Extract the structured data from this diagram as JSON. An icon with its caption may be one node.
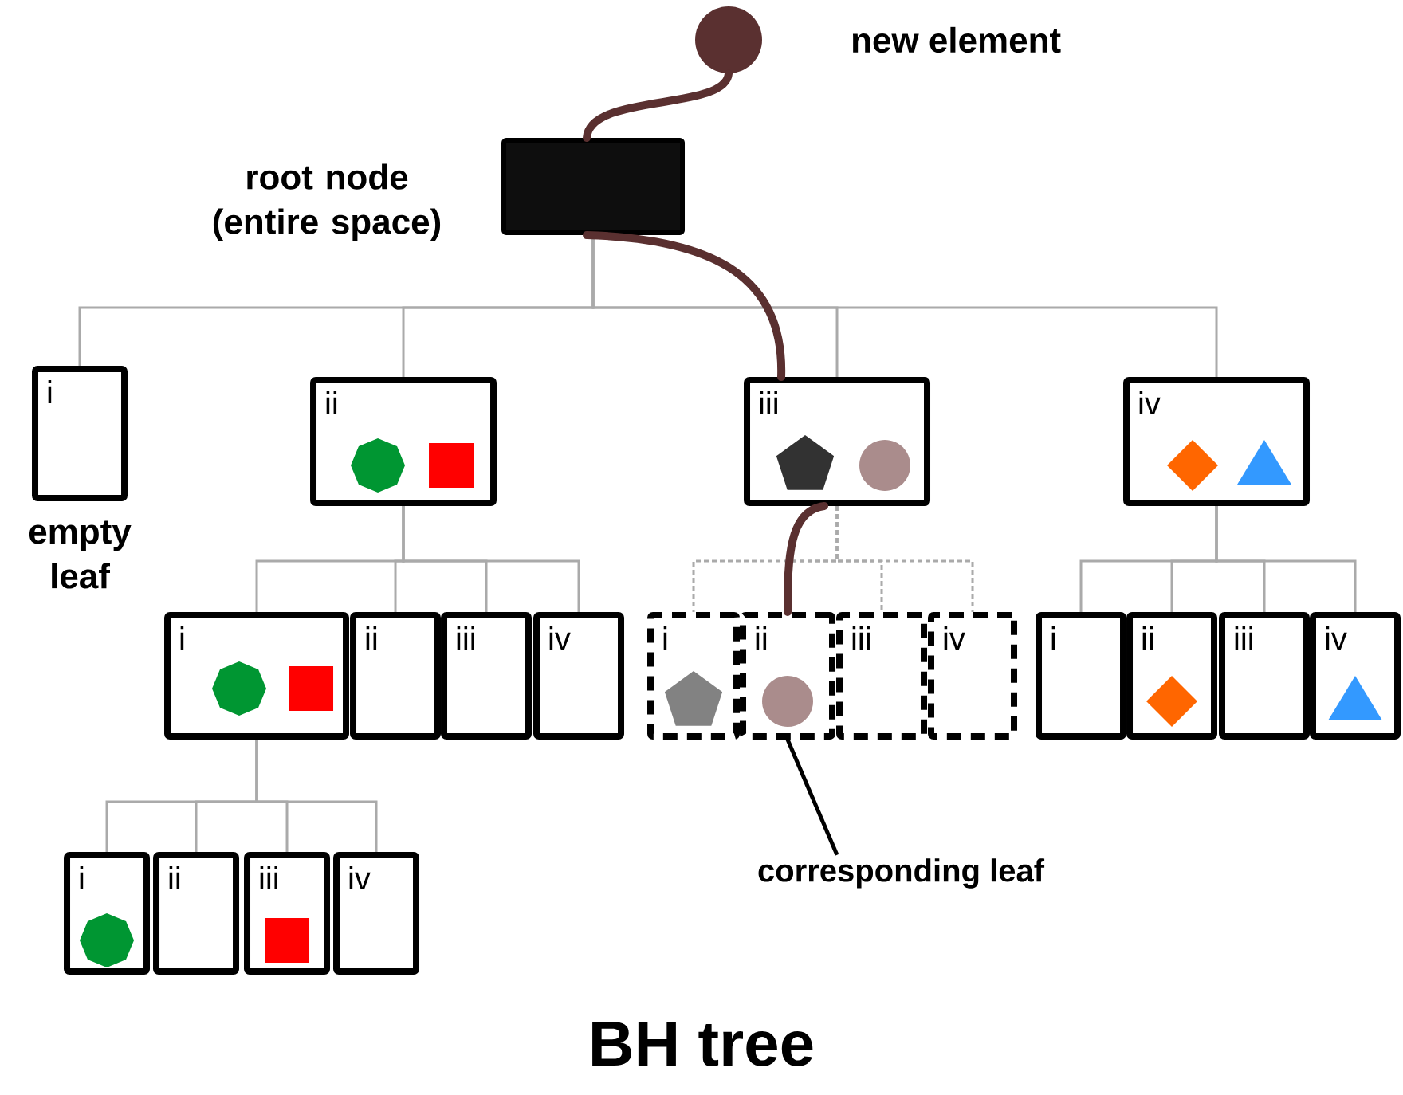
{
  "diagram": {
    "title": "BH tree",
    "nodes": [
      {
        "text": [],
        "shape": "circle",
        "beside": [
          "new element"
        ]
      },
      {
        "text": [],
        "shape": "box",
        "beside": [
          "root node (entire space)"
        ]
      },
      {
        "text": [
          "i"
        ],
        "beside": [
          "empty leaf"
        ]
      },
      {
        "text": [
          "ii"
        ]
      },
      {
        "text": [
          "iii"
        ]
      },
      {
        "text": [
          "iv"
        ]
      },
      {
        "text": [
          "i"
        ]
      },
      {
        "text": [
          "ii"
        ]
      },
      {
        "text": [
          "iii"
        ]
      },
      {
        "text": [
          "iv"
        ]
      },
      {
        "text": [
          "i"
        ]
      },
      {
        "text": [
          "ii"
        ]
      },
      {
        "text": [
          "iii"
        ]
      },
      {
        "text": [
          "iv"
        ]
      },
      {
        "text": [
          "i"
        ]
      },
      {
        "text": [
          "ii"
        ]
      },
      {
        "text": [
          "iii"
        ]
      },
      {
        "text": [
          "iv"
        ]
      },
      {
        "text": [
          "i"
        ]
      },
      {
        "text": [
          "ii"
        ]
      },
      {
        "text": [
          "iii"
        ]
      },
      {
        "text": [
          "iv"
        ]
      },
      {
        "text": [
          "corresponding leaf"
        ]
      }
    ],
    "edges": [
      {
        "from": 0,
        "to": 1,
        "arrow": "none",
        "style": "thick",
        "color": "#5a3030"
      },
      {
        "from": 1,
        "to": 2,
        "arrow": "none"
      },
      {
        "from": 1,
        "to": 3,
        "arrow": "none"
      },
      {
        "from": 1,
        "to": 4,
        "arrow": "none"
      },
      {
        "from": 1,
        "to": 5,
        "arrow": "none"
      },
      {
        "from": 1,
        "to": 4,
        "arrow": "none",
        "style": "thick",
        "color": "#5a3030"
      },
      {
        "from": 3,
        "to": 6,
        "arrow": "none"
      },
      {
        "from": 3,
        "to": 7,
        "arrow": "none"
      },
      {
        "from": 3,
        "to": 8,
        "arrow": "none"
      },
      {
        "from": 3,
        "to": 9,
        "arrow": "none"
      },
      {
        "from": 4,
        "to": 10,
        "arrow": "none",
        "style": "dashed"
      },
      {
        "from": 4,
        "to": 11,
        "arrow": "none",
        "style": "dashed"
      },
      {
        "from": 4,
        "to": 12,
        "arrow": "none",
        "style": "dashed"
      },
      {
        "from": 4,
        "to": 13,
        "arrow": "none",
        "style": "dashed"
      },
      {
        "from": 4,
        "to": 11,
        "arrow": "none",
        "style": "thick",
        "color": "#5a3030"
      },
      {
        "from": 5,
        "to": 14,
        "arrow": "none"
      },
      {
        "from": 5,
        "to": 15,
        "arrow": "none"
      },
      {
        "from": 5,
        "to": 16,
        "arrow": "none"
      },
      {
        "from": 5,
        "to": 17,
        "arrow": "none"
      },
      {
        "from": 6,
        "to": 18,
        "arrow": "none"
      },
      {
        "from": 6,
        "to": 19,
        "arrow": "none"
      },
      {
        "from": 6,
        "to": 20,
        "arrow": "none"
      },
      {
        "from": 6,
        "to": 21,
        "arrow": "none"
      },
      {
        "from": 22,
        "to": 11,
        "arrow": "none",
        "color": "#000000"
      }
    ]
  }
}
